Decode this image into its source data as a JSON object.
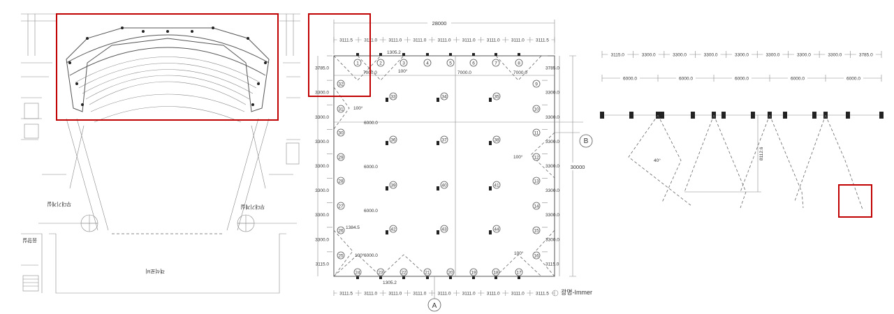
{
  "plan": {
    "top_total": "28000",
    "right_total": "30000",
    "top_dims": [
      "3111.5",
      "3111.0",
      "3111.0",
      "3111.0",
      "3111.0",
      "3111.0",
      "3111.0",
      "3111.0",
      "3111.5"
    ],
    "bottom_dims": [
      "3111.5",
      "3111.0",
      "3111.0",
      "3111.0",
      "3111.0",
      "3111.0",
      "3111.0",
      "3111.0",
      "3111.5"
    ],
    "left_dims": [
      "3785.0",
      "3300.0",
      "3300.0",
      "3300.0",
      "3300.0",
      "3300.0",
      "3300.0",
      "3300.0",
      "3115.0"
    ],
    "right_dims": [
      "3785.0",
      "3300.0",
      "3300.0",
      "3300.0",
      "3300.0",
      "3300.0",
      "3300.0",
      "3300.0",
      "3115.0"
    ],
    "inner_top_dims": [
      "7000.0",
      "7000.0",
      "7000.0"
    ],
    "inner_left_dims": [
      "6000.0",
      "6000.0",
      "6000.0",
      "6000.0"
    ],
    "top_offset": "1305.2",
    "bottom_offset": "1305.2",
    "left_offset": "1384.5",
    "angles": [
      "100°",
      "100°",
      "100°",
      "100°",
      "100°"
    ],
    "fixtures_top": [
      "1",
      "2",
      "3",
      "4",
      "5",
      "6",
      "7",
      "8"
    ],
    "fixtures_right": [
      "9",
      "10",
      "11",
      "12",
      "13",
      "14",
      "15",
      "16"
    ],
    "fixtures_bottom": [
      "17",
      "18",
      "19",
      "20",
      "21",
      "22",
      "23",
      "24"
    ],
    "fixtures_left": [
      "25",
      "26",
      "27",
      "28",
      "29",
      "30",
      "31",
      "32"
    ],
    "fixtures_inner": [
      "33",
      "34",
      "35",
      "36",
      "37",
      "38",
      "39",
      "40",
      "41",
      "42",
      "43",
      "44"
    ],
    "marker_a": "A",
    "marker_b": "B",
    "caption": "광명-Immer"
  },
  "section": {
    "top_dims": [
      "3115.0",
      "3300.0",
      "3300.0",
      "3300.0",
      "3300.0",
      "3300.0",
      "3300.0",
      "3300.0",
      "3785.0"
    ],
    "mid_dims": [
      "6000.0",
      "6000.0",
      "6000.0",
      "6000.0",
      "6000.0"
    ],
    "angle": "40°",
    "height": "8112.6"
  },
  "floorplan": {
    "label_left": "무대기계실",
    "label_right": "무대기계실",
    "label_bottom": "객석로비",
    "label_side": "음향실"
  }
}
